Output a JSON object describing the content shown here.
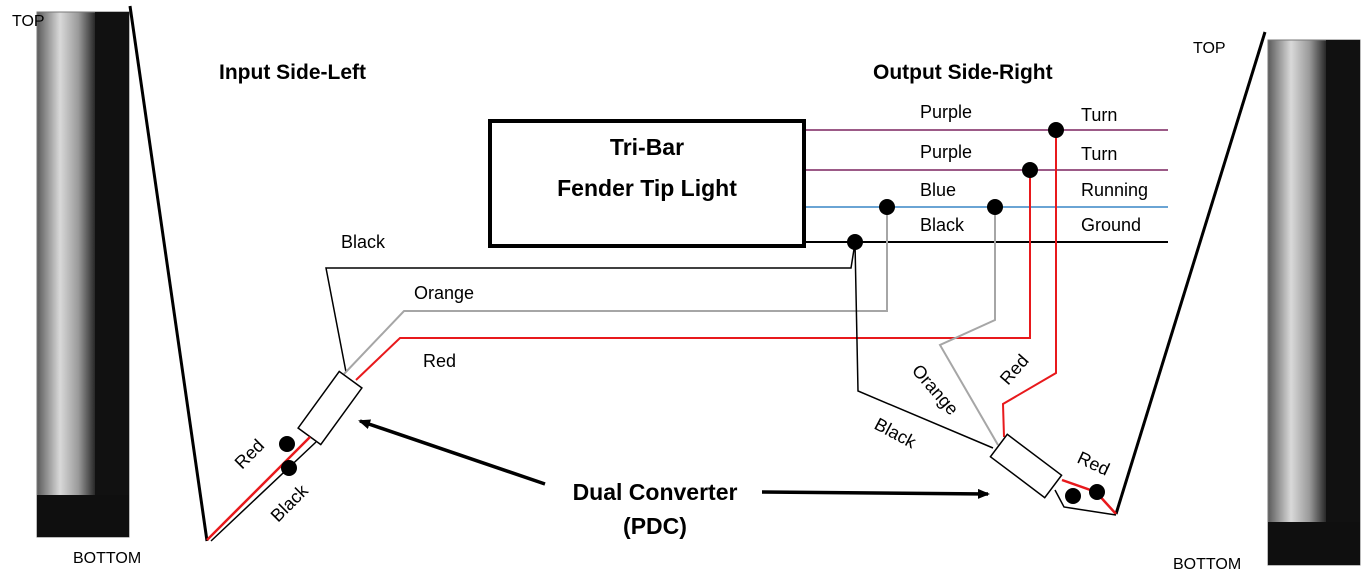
{
  "labels": {
    "top_left": "TOP",
    "bottom_left": "BOTTOM",
    "top_right": "TOP",
    "bottom_right": "BOTTOM",
    "input_side": "Input Side-Left",
    "output_side": "Output Side-Right",
    "light_line1": "Tri-Bar",
    "light_line2": "Fender Tip Light",
    "converter_line1": "Dual Converter",
    "converter_line2": "(PDC)"
  },
  "output_wires": [
    {
      "color_name": "Purple",
      "function": "Turn",
      "color": "#9c5a87"
    },
    {
      "color_name": "Purple",
      "function": "Turn",
      "color": "#9c5a87"
    },
    {
      "color_name": "Blue",
      "function": "Running",
      "color": "#6aa4d4"
    },
    {
      "color_name": "Black",
      "function": "Ground",
      "color": "#000000"
    }
  ],
  "left_wires": {
    "black": "Black",
    "orange": "Orange",
    "red": "Red",
    "out_red": "Red",
    "out_black": "Black"
  },
  "right_wires": {
    "orange": "Orange",
    "red": "Red",
    "black": "Black",
    "out_red": "Red"
  },
  "colors": {
    "red_wire": "#e8191c",
    "grey_wire": "#a6a6a6",
    "black_wire": "#000000"
  }
}
